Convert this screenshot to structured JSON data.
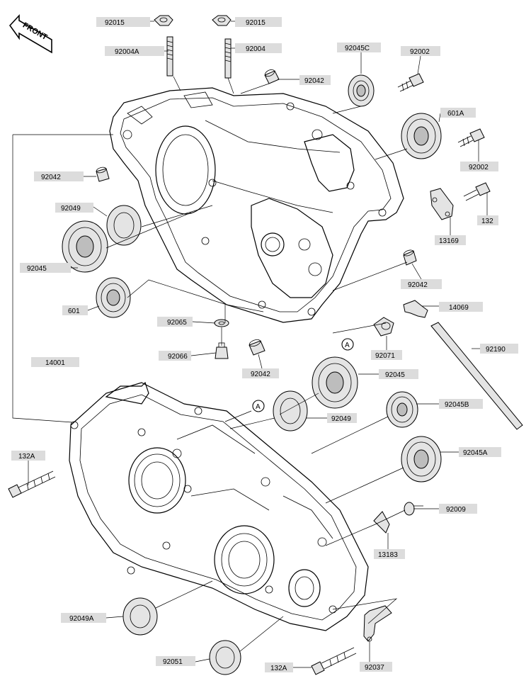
{
  "front_indicator": "FRONT",
  "ref_marker": "A",
  "callouts": {
    "nut_left": "92015",
    "nut_right": "92015",
    "stud_left": "92004A",
    "stud_right": "92004",
    "bearing_92045c": "92045C",
    "bolt_92002_top": "92002",
    "dowel_upper_right": "92042",
    "bearing_601a": "601A",
    "bolt_92002_mid": "92002",
    "bolt_132": "132",
    "plate_13169": "13169",
    "dowel_left": "92042",
    "seal_92049_left": "92049",
    "bearing_92045_left": "92045",
    "bearing_601": "601",
    "dowel_mid_right": "92042",
    "fitting_14069": "14069",
    "washer_92065": "92065",
    "plug_92066": "92066",
    "dowel_center": "92042",
    "collar_92071": "92071",
    "tube_92190": "92190",
    "crankcase_14001": "14001",
    "bearing_92045_right": "92045",
    "seal_92049_right": "92049",
    "bearing_92045b": "92045B",
    "bolt_132a_left": "132A",
    "bearing_92045a": "92045A",
    "screw_92009": "92009",
    "clamp_13183": "13183",
    "seal_92049a": "92049A",
    "seal_92051": "92051",
    "bolt_132a_bottom": "132A",
    "bracket_92037": "92037"
  }
}
